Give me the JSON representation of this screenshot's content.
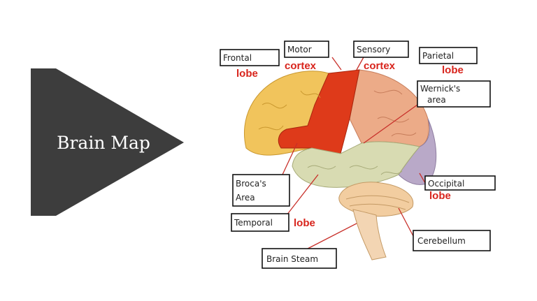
{
  "slide": {
    "title": "Brain Map",
    "colors": {
      "title_shape": "#3d3d3d",
      "frontal": "#f1c45c",
      "motor": "#de3a1a",
      "parietal": "#ecab88",
      "temporal": "#d8dbb2",
      "occipital": "#b9a9c8",
      "cerebellum": "#f2cda0",
      "brain_stem": "#f3d5b3",
      "printed_text": "#d8241c"
    }
  },
  "printed_labels": {
    "frontal": "lobe",
    "motor": "cortex",
    "sensory": "cortex",
    "parietal": "lobe",
    "occipital": "lobe",
    "temporal": "lobe"
  },
  "handwritten_labels": {
    "frontal": "Frontal",
    "motor": "Motor",
    "sensory": "Sensory",
    "parietal": "Parietal",
    "wernicke_line1": "Wernick's",
    "wernicke_line2": "area",
    "broca_line1": "Broca's",
    "broca_line2": "Area",
    "occipital": "Occipital",
    "temporal": "Temporal",
    "cerebellum": "Cerebellum",
    "brain_stem": "Brain Steam"
  }
}
